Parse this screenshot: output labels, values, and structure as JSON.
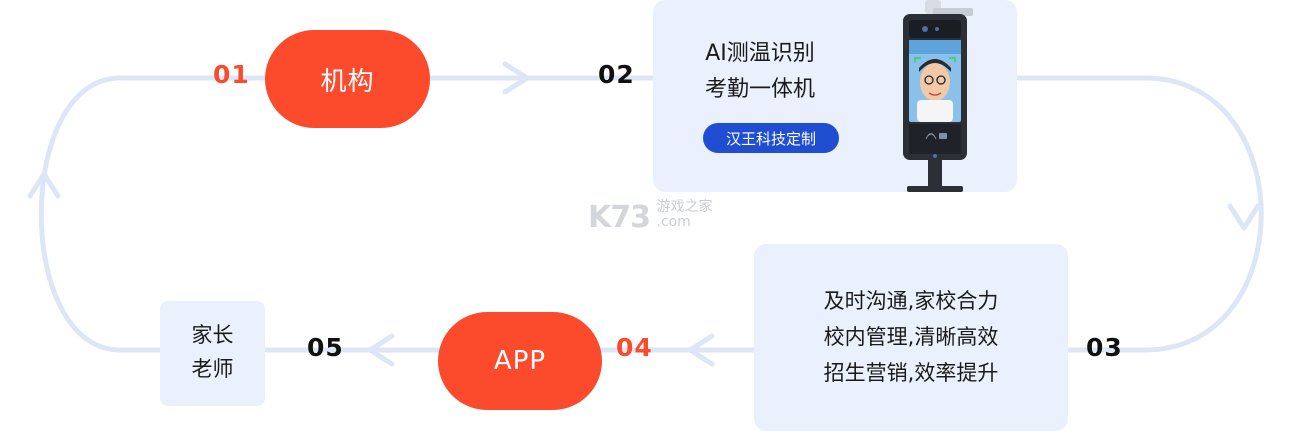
{
  "steps": [
    {
      "num": "01",
      "label": "机构"
    },
    {
      "num": "02",
      "title_lines": [
        "AI测温识别",
        "考勤一体机"
      ],
      "badge": "汉王科技定制"
    },
    {
      "num": "03",
      "lines": [
        "及时沟通,家校合力",
        "校内管理,清晰高效",
        "招生营销,效率提升"
      ]
    },
    {
      "num": "04",
      "label": "APP"
    },
    {
      "num": "05",
      "lines": [
        "家长",
        "老师"
      ]
    }
  ],
  "watermark": {
    "brand": "K73",
    "site": "游戏之家",
    "domain": ".com"
  },
  "colors": {
    "accent": "#fc4a2d",
    "badge": "#1f4ed2",
    "panel": "#ebf1fc",
    "flow_line": "#dde6f7",
    "number_dark": "#111111"
  }
}
